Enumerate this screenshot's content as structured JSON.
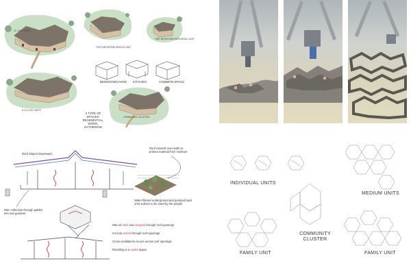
{
  "top_left": {
    "renders": [
      {
        "label": "11 LIVE UNITS"
      },
      {
        "label": "TWO BEDROOM SINGLE UNIT"
      },
      {
        "label": "ONE BEDROOM INDIVIDUAL UNIT"
      },
      {
        "label": "8-10 LIVE UNITS"
      },
      {
        "label": "COMMUNAL CLUSTER"
      }
    ],
    "types_title_lines": [
      "3 TYPE OF SPACES:",
      "RESIDENTIAL,",
      "WORK,",
      "GATHERING"
    ],
    "sketch_labels": [
      "BEDROOM/LIVING",
      "KITCHEN",
      "COMMON SPACE"
    ]
  },
  "photos": [
    {
      "name": "printer-nozzle-photo-1"
    },
    {
      "name": "printer-nozzle-photo-2"
    },
    {
      "name": "printer-nozzle-photo-3"
    }
  ],
  "bottom_left": {
    "roof_slopes": "Roof Slopes Downward",
    "roof_extends": "Roof extends over walls to protect material from moisture",
    "water_filtered": "Water filtered underground and pumped back onto surface to be used by the people",
    "rain": "Rain collection through gables into rain gardens",
    "legend": [
      {
        "pre": "Wet air ",
        "red": "rises",
        "mid": " and ",
        "red2": "escapes",
        "post": " through roof openings"
      },
      {
        "pre": "Cool air ",
        "red": "enters",
        "mid": "",
        "red2": "",
        "post": " through roof openings"
      },
      {
        "pre": "Cross ventilations occurs across roof openings",
        "red": "",
        "mid": "",
        "red2": "",
        "post": ""
      },
      {
        "pre": "Resulting in a ",
        "red": "cooler",
        "mid": "",
        "red2": "",
        "post": " space"
      }
    ]
  },
  "plans": {
    "individual": "INDIVIDUAL UNITS",
    "medium": "MEDIUM UNITS",
    "community_1": "COMMUNITY",
    "community_2": "CLUSTER",
    "family_left": "FAMILY UNIT",
    "family_right": "FAMILY UNIT"
  },
  "colors": {
    "grass": "#c9dfc6",
    "roof": "#7d7368",
    "wall": "#d6c1a6",
    "red": "#d2332a",
    "blue": "#4f79c6",
    "purple": "#7d4fb0",
    "plan_line": "#8a8a8a"
  }
}
